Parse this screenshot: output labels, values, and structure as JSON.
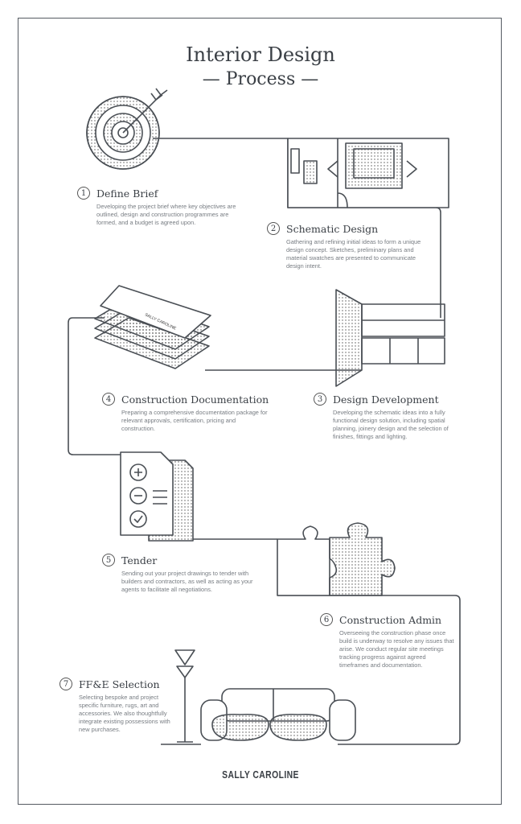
{
  "title_line1": "Interior Design",
  "title_line2": "— Process —",
  "steps": [
    {
      "num": "1",
      "name": "Define Brief",
      "desc": "Developing the project brief where key objectives are outlined, design and construction programmes are formed, and a budget is agreed upon."
    },
    {
      "num": "2",
      "name": "Schematic Design",
      "desc": "Gathering and refining initial ideas to form a unique design concept. Sketches, preliminary plans and material swatches are presented to communicate design intent."
    },
    {
      "num": "3",
      "name": "Design Development",
      "desc": "Developing the schematic ideas into a fully functional design solution, including spatial planning, joinery design and the selection of finishes, fittings and lighting."
    },
    {
      "num": "4",
      "name": "Construction Documentation",
      "desc": "Preparing a comprehensive documentation package for relevant approvals, certification, pricing and construction."
    },
    {
      "num": "5",
      "name": "Tender",
      "desc": "Sending out your project drawings to tender with builders and contractors, as well as acting as your agents to facilitate all negotiations."
    },
    {
      "num": "6",
      "name": "Construction Admin",
      "desc": "Overseeing the construction phase once build is underway to resolve any issues that arise. We conduct regular site meetings tracking progress against agreed timeframes and documentation."
    },
    {
      "num": "7",
      "name": "FF&E Selection",
      "desc": "Selecting bespoke and project specific furniture, rugs, art and accessories. We also thoughtfully integrate existing possessions with new purchases."
    }
  ],
  "paper_logo": "SALLY CAROLINE",
  "brand": "SALLY CAROLINE",
  "colors": {
    "line": "#4a4f55",
    "text": "#3a3f45",
    "muted": "#777c82"
  }
}
